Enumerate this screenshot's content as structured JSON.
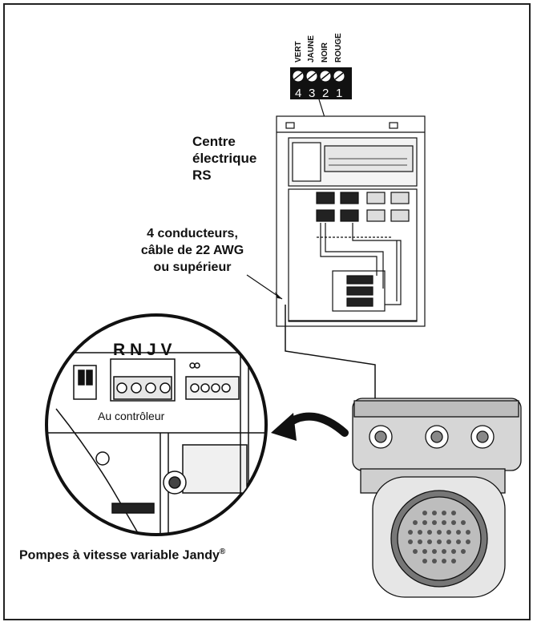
{
  "terminal_block": {
    "wire_labels": [
      "VERT",
      "JAUNE",
      "NOIR",
      "ROUGE"
    ],
    "numbers": [
      "4",
      "3",
      "2",
      "1"
    ]
  },
  "labels": {
    "centre_line1": "Centre",
    "centre_line2": "électrique",
    "centre_line3": "RS",
    "cond_line1": "4 conducteurs,",
    "cond_line2": "câble de 22 AWG",
    "cond_line3": "ou supérieur",
    "rnjv": "R N J V",
    "au_controleur": "Au contrôleur",
    "pompes": "Pompes à vitesse variable Jandy",
    "registered": "®"
  },
  "colors": {
    "line": "#111111",
    "board_gray": "#cfcfcf",
    "pump_gray": "#d6d6d6"
  }
}
